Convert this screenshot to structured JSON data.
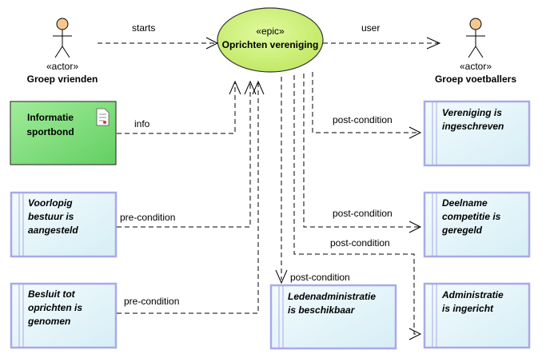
{
  "actors": {
    "left": {
      "stereotype": "«actor»",
      "name": "Groep vrienden"
    },
    "right": {
      "stereotype": "«actor»",
      "name": "Groep voetballers"
    }
  },
  "epic": {
    "stereotype": "«epic»",
    "name": "Oprichten vereniging",
    "color": "#ccf27a"
  },
  "info_object": {
    "label": "Informatie\nsportbond",
    "color": "#7ed87e"
  },
  "conditions": {
    "voorlopig": "Voorlopig\nbestuur is\naangesteld",
    "besluit": "Besluit tot\noprichten is\ngenomen",
    "vereniging": "Vereniging is\ningeschreven",
    "deelname": "Deelname\ncompetitie is\ngeregeld",
    "ledenadmin": "Ledenadministratie\nis beschikbaar",
    "administratie": "Administratie\nis ingericht"
  },
  "edge_labels": {
    "starts": "starts",
    "user": "user",
    "info": "info",
    "pre1": "pre-condition",
    "pre2": "pre-condition",
    "post_vereniging": "post-condition",
    "post_deelname": "post-condition",
    "post_administratie": "post-condition",
    "post_leden": "post-condition"
  },
  "colors": {
    "condition_fill": "#e3f3f8",
    "condition_border": "#a9a9e8"
  }
}
